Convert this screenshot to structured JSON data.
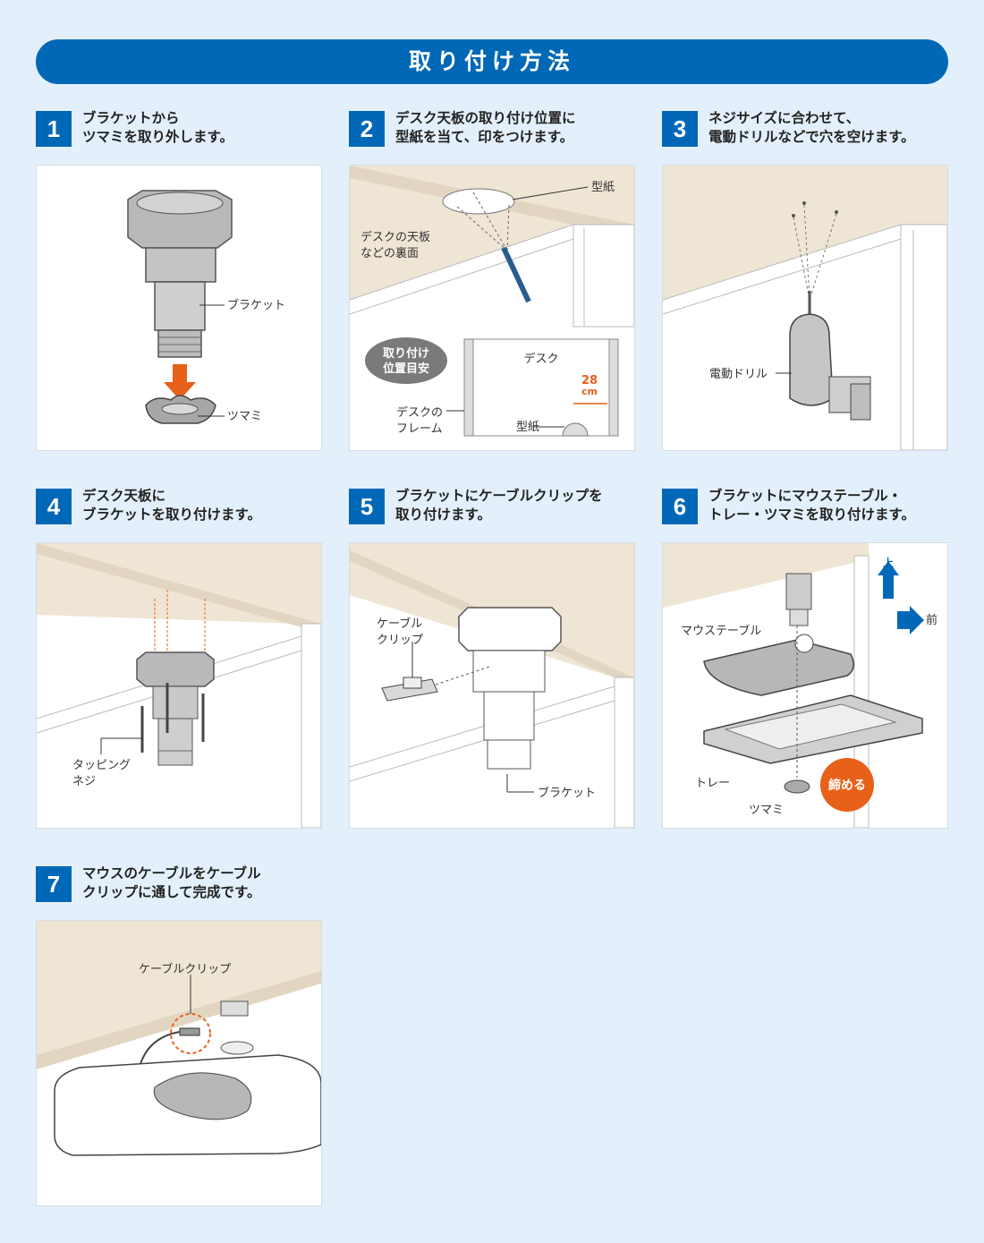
{
  "title": "取り付け方法",
  "steps": [
    {
      "num": "1",
      "text": "ブラケットから\nツマミを取り外します。",
      "labels": {
        "bracket": "ブラケット",
        "knob": "ツマミ"
      }
    },
    {
      "num": "2",
      "text": "デスク天板の取り付け位置に\n型紙を当て、印をつけます。",
      "labels": {
        "template": "型紙",
        "underside_1": "デスクの天板",
        "underside_2": "などの裏面",
        "badge_1": "取り付け",
        "badge_2": "位置目安",
        "desk": "デスク",
        "frame_1": "デスクの",
        "frame_2": "フレーム",
        "template2": "型紙",
        "dist_num": "28",
        "dist_unit": "cm"
      }
    },
    {
      "num": "3",
      "text": "ネジサイズに合わせて、\n電動ドリルなどで穴を空けます。",
      "labels": {
        "drill": "電動ドリル"
      }
    },
    {
      "num": "4",
      "text": "デスク天板に\nブラケットを取り付けます。",
      "labels": {
        "screw_1": "タッピング",
        "screw_2": "ネジ"
      }
    },
    {
      "num": "5",
      "text": "ブラケットにケーブルクリップを\n取り付けます。",
      "labels": {
        "clip_1": "ケーブル",
        "clip_2": "クリップ",
        "bracket": "ブラケット"
      }
    },
    {
      "num": "6",
      "text": "ブラケットにマウステーブル・\nトレー・ツマミを取り付けます。",
      "labels": {
        "up": "上",
        "front": "前",
        "mouse_table": "マウステーブル",
        "tray": "トレー",
        "knob": "ツマミ",
        "tighten": "締める"
      }
    },
    {
      "num": "7",
      "text": "マウスのケーブルをケーブル\nクリップに通して完成です。",
      "labels": {
        "clip": "ケーブルクリップ"
      }
    }
  ],
  "colors": {
    "brand_blue": "#0068b7",
    "accent_orange": "#e8611a",
    "desk_beige": "#efe5d4"
  }
}
